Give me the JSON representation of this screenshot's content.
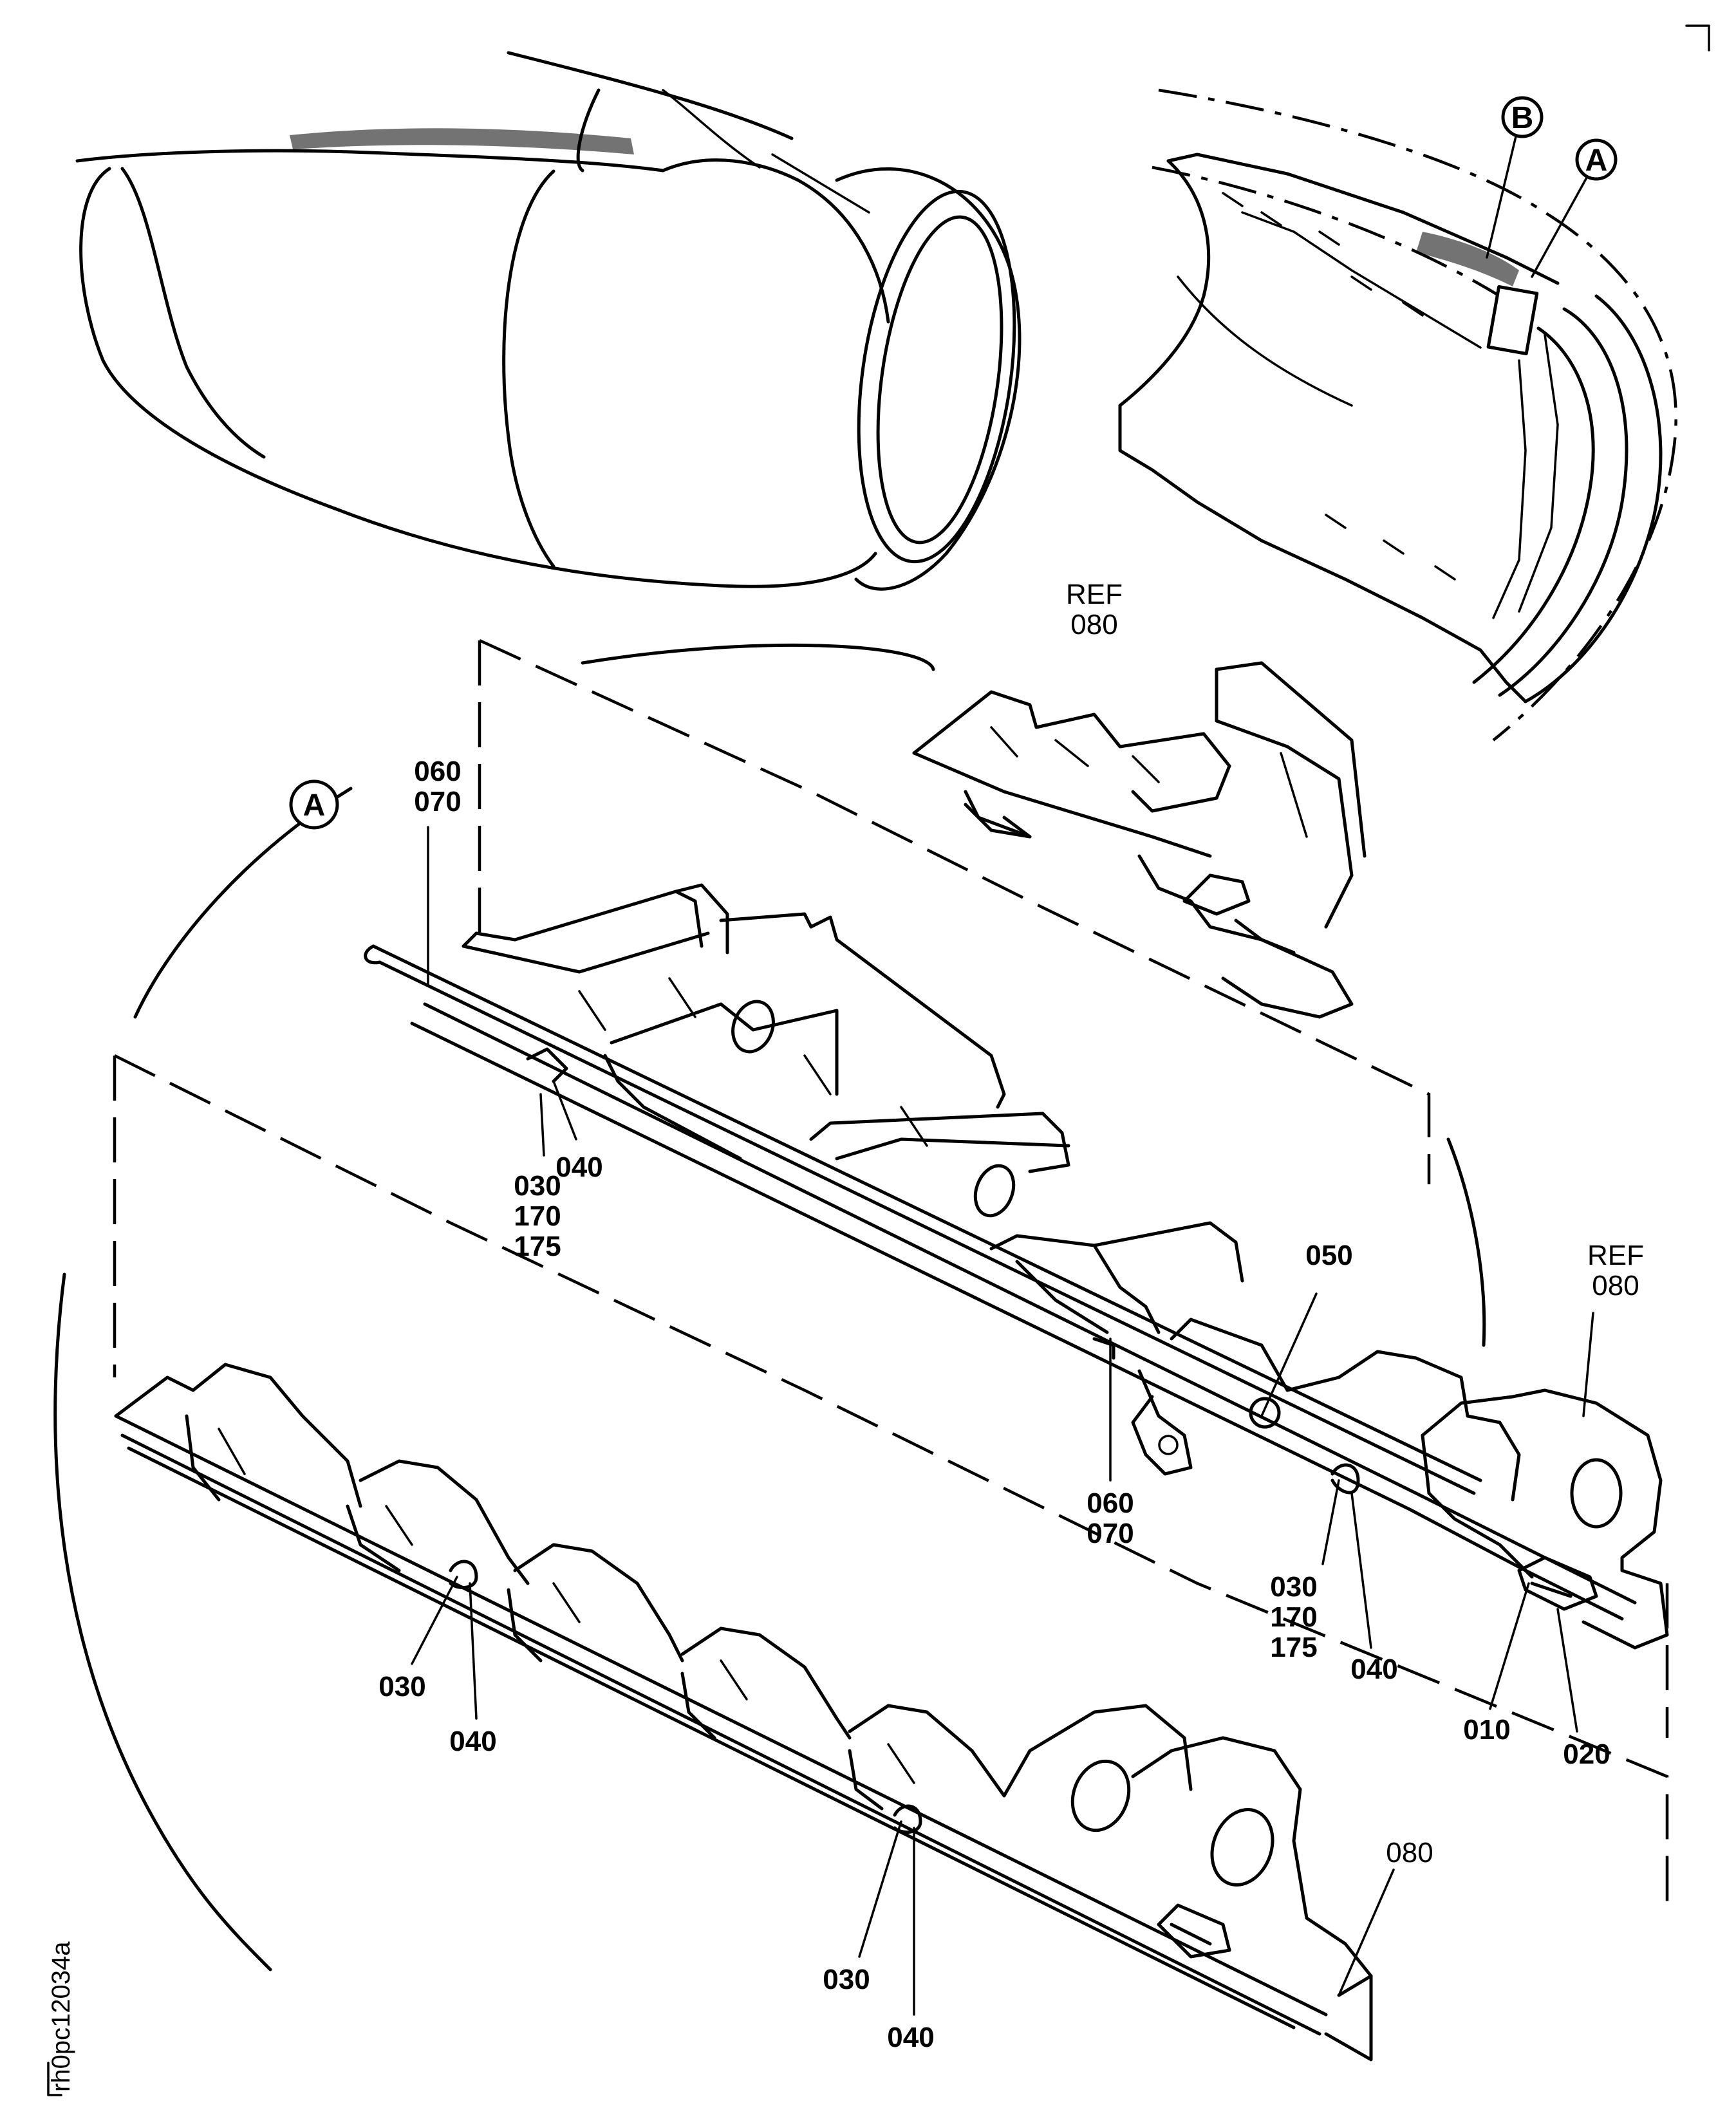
{
  "figure_id": "rh0pc12034a",
  "bubbles": {
    "a": "A",
    "b": "B"
  },
  "labels": {
    "ref_080_top": [
      "REF",
      "080"
    ],
    "l060_070_top": [
      "060",
      "070"
    ],
    "l040_upper": "040",
    "l030_170_175_upper": [
      "030",
      "170",
      "175"
    ],
    "l050": "050",
    "ref_080_right": [
      "REF",
      "080"
    ],
    "l060_070_mid": [
      "060",
      "070"
    ],
    "l030_170_175_right": [
      "030",
      "170",
      "175"
    ],
    "l040_right": "040",
    "l010": "010",
    "l020": "020",
    "l030_lower_a": "030",
    "l040_lower_a": "040",
    "l030_lower_b": "030",
    "l040_lower_b": "040",
    "l080": "080"
  }
}
